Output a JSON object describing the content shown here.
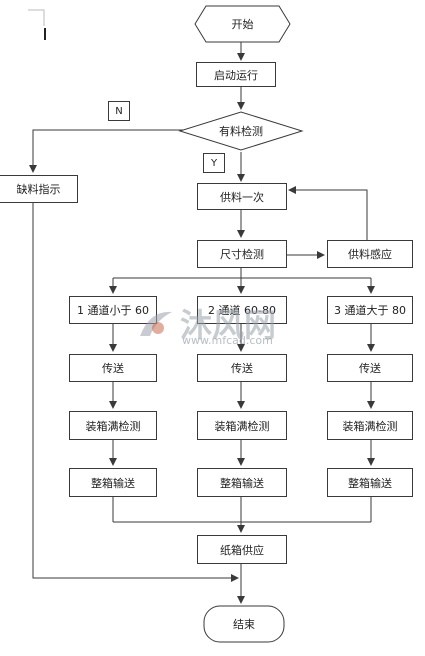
{
  "nodes": {
    "start": "开始",
    "start_run": "启动运行",
    "has_material": "有料检测",
    "material_shortage": "缺料指示",
    "feed_once": "供料一次",
    "size_check": "尺寸检测",
    "feed_sense": "供料感应",
    "channel1": "1 通道小于 60",
    "channel2": "2 通道 60-80",
    "channel3": "3 通道大于 80",
    "convey1": "传送",
    "convey2": "传送",
    "convey3": "传送",
    "full_check1": "装箱满检测",
    "full_check2": "装箱满检测",
    "full_check3": "装箱满检测",
    "box_out1": "整箱输送",
    "box_out2": "整箱输送",
    "box_out3": "整箱输送",
    "carton_supply": "纸箱供应",
    "end": "结束"
  },
  "branch_labels": {
    "no": "N",
    "yes": "Y"
  },
  "watermark": {
    "brand": "沐风网",
    "url": "www.mfcad.com"
  },
  "colors": {
    "line": "#3a3a3a",
    "watermark": "#9aa3ad"
  }
}
